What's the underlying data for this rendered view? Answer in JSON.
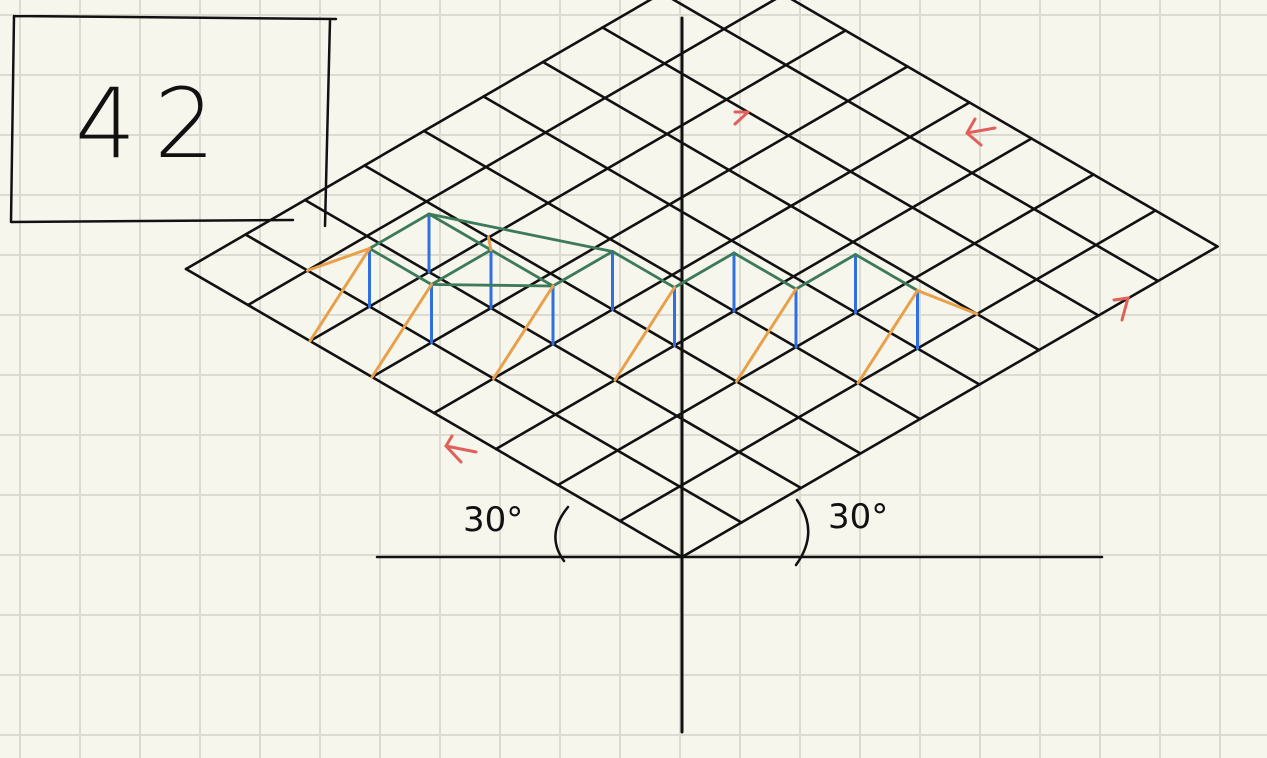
{
  "page": {
    "number_label": "42"
  },
  "annotations": {
    "left_angle": "30°",
    "right_angle": "30°"
  },
  "grid": {
    "u_cells": 8,
    "v_cells": 9
  },
  "colors": {
    "paper": "#f7f6ed",
    "paper_grid": "#dcdbd2",
    "ink": "#111111",
    "green": "#3d7a5a",
    "blue": "#2f6fe0",
    "orange": "#e9a04a",
    "red": "#e0605a"
  }
}
